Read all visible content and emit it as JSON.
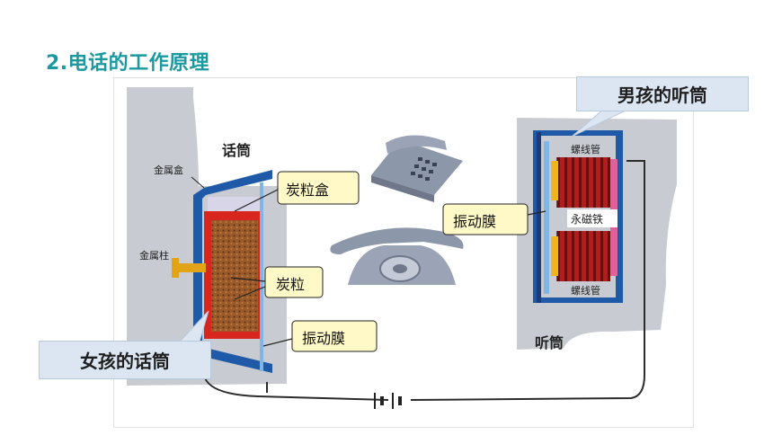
{
  "slide": {
    "heading": "2.电话的工作原理"
  },
  "diagram": {
    "mouthpiece_title": "话筒",
    "earpiece_title": "听筒",
    "metal_box": "金属盒",
    "metal_post": "金属柱",
    "carbon_box": "炭粒盒",
    "carbon_grains": "炭粒",
    "diaphragm_mouthpiece": "振动膜",
    "diaphragm_earpiece": "振动膜",
    "coil_top": "螺线管",
    "coil_bottom": "螺线管",
    "magnet": "永磁铁"
  },
  "callouts": {
    "boy": "男孩的听筒",
    "girl": "女孩的话筒"
  },
  "colors": {
    "heading": "#1a9aa0",
    "callout_fill": "#dce6f2",
    "housing_blue": "#1f5aa8",
    "carbon_box_red": "#d8261e",
    "carbon_grains": "#9a5a2a",
    "coil_red": "#b21d1d",
    "magnet_pink": "#e0609a",
    "label_yellow": "#fff9c8"
  }
}
